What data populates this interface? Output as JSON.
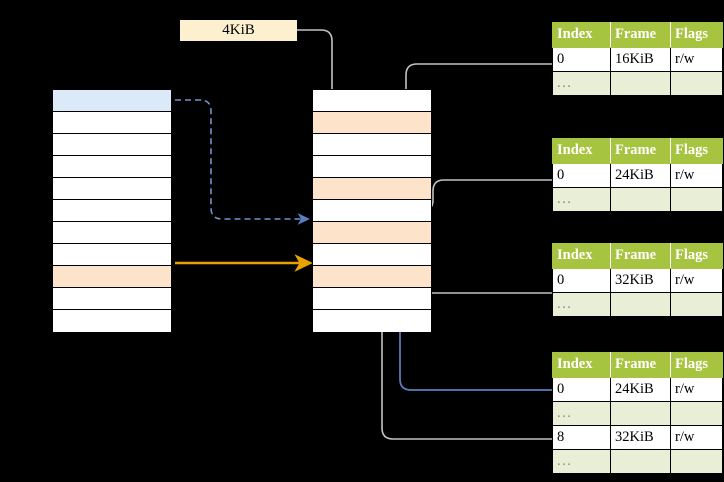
{
  "diagram": {
    "title": "page-table-walk-diagram",
    "size_label": "4KiB",
    "colors": {
      "header_green": "#a7c440",
      "ellipsis_green": "#e9eed6",
      "highlight_yellow": "#fdf5a6",
      "peach_row": "#fde3ca",
      "blue_row": "#dce9f9",
      "orange_arrow": "#e8a200",
      "blue_arrow": "#5b7fbe",
      "gray_wire": "#bfbfbf",
      "label_cream": "#fdf0cf"
    }
  },
  "virtual_memory_column": {
    "name": "virtual-address-space",
    "row_count": 11,
    "rows": [
      {
        "index": 0,
        "fill": "blue"
      },
      {
        "index": 1,
        "fill": "white"
      },
      {
        "index": 2,
        "fill": "white"
      },
      {
        "index": 3,
        "fill": "white"
      },
      {
        "index": 4,
        "fill": "white"
      },
      {
        "index": 5,
        "fill": "white"
      },
      {
        "index": 6,
        "fill": "white"
      },
      {
        "index": 7,
        "fill": "white"
      },
      {
        "index": 8,
        "fill": "peach"
      },
      {
        "index": 9,
        "fill": "white"
      },
      {
        "index": 10,
        "fill": "white"
      }
    ]
  },
  "physical_memory_column": {
    "name": "physical-memory",
    "row_count": 11,
    "rows": [
      {
        "index": 0,
        "fill": "white"
      },
      {
        "index": 1,
        "fill": "peach"
      },
      {
        "index": 2,
        "fill": "white"
      },
      {
        "index": 3,
        "fill": "white"
      },
      {
        "index": 4,
        "fill": "peach"
      },
      {
        "index": 5,
        "fill": "white"
      },
      {
        "index": 6,
        "fill": "peach"
      },
      {
        "index": 7,
        "fill": "white"
      },
      {
        "index": 8,
        "fill": "peach"
      },
      {
        "index": 9,
        "fill": "white"
      },
      {
        "index": 10,
        "fill": "white"
      }
    ]
  },
  "page_tables": [
    {
      "id": "table-1",
      "headers": [
        "Index",
        "Frame",
        "Flags"
      ],
      "rows": [
        {
          "kind": "data",
          "index": "0",
          "frame": "16KiB",
          "flags": "r/w",
          "highlight": false
        },
        {
          "kind": "ellipsis",
          "index": "...",
          "frame": "",
          "flags": ""
        }
      ]
    },
    {
      "id": "table-2",
      "headers": [
        "Index",
        "Frame",
        "Flags"
      ],
      "rows": [
        {
          "kind": "data",
          "index": "0",
          "frame": "24KiB",
          "flags": "r/w",
          "highlight": false
        },
        {
          "kind": "ellipsis",
          "index": "...",
          "frame": "",
          "flags": ""
        }
      ]
    },
    {
      "id": "table-3",
      "headers": [
        "Index",
        "Frame",
        "Flags"
      ],
      "rows": [
        {
          "kind": "data",
          "index": "0",
          "frame": "32KiB",
          "flags": "r/w",
          "highlight": false
        },
        {
          "kind": "ellipsis",
          "index": "...",
          "frame": "",
          "flags": ""
        }
      ]
    },
    {
      "id": "table-4",
      "headers": [
        "Index",
        "Frame",
        "Flags"
      ],
      "rows": [
        {
          "kind": "data",
          "index": "0",
          "frame": "24KiB",
          "flags": "r/w",
          "highlight": true
        },
        {
          "kind": "ellipsis",
          "index": "...",
          "frame": "",
          "flags": ""
        },
        {
          "kind": "data",
          "index": "8",
          "frame": "32KiB",
          "flags": "r/w",
          "highlight": false
        },
        {
          "kind": "ellipsis",
          "index": "...",
          "frame": "",
          "flags": ""
        }
      ]
    }
  ]
}
